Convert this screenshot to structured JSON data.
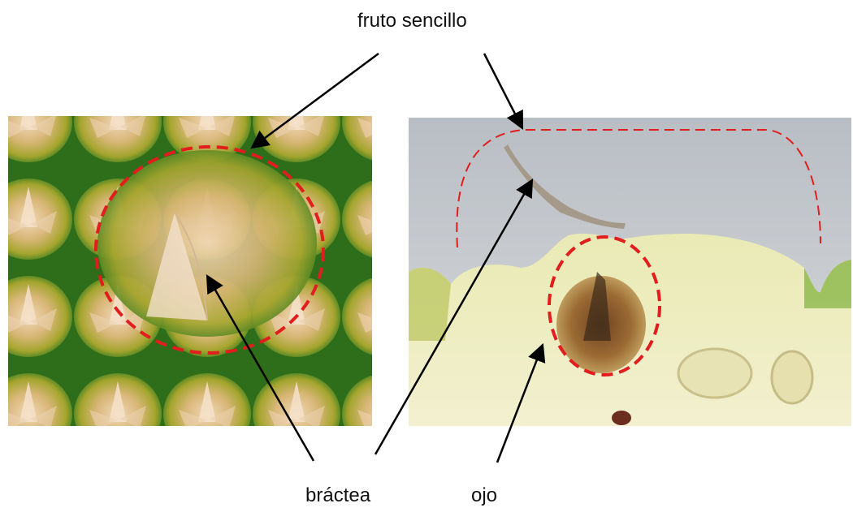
{
  "labels": {
    "fruto": "fruto sencillo",
    "bractea": "bráctea",
    "ojo": "ojo"
  },
  "colors": {
    "annotation_dash": "#e11d1d",
    "arrow": "#000000",
    "background": "#ffffff"
  },
  "photos": {
    "left": "pineapple-skin-closeup",
    "right": "pineapple-cross-section"
  }
}
